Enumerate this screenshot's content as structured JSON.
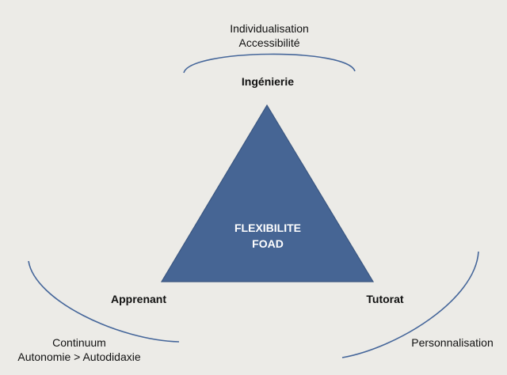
{
  "top": {
    "line1": "Individualisation",
    "line2": "Accessibilité",
    "vertex": "Ingénierie"
  },
  "center": {
    "line1": "FLEXIBILITE",
    "line2": "FOAD"
  },
  "left": {
    "vertex": "Apprenant",
    "line1": "Continuum",
    "line2": "Autonomie > Autodidaxie"
  },
  "right": {
    "vertex": "Tutorat",
    "line1": "Personnalisation"
  },
  "colors": {
    "background": "#ecebe7",
    "triangle_fill": "#466594",
    "triangle_stroke": "#3a5680",
    "arc_stroke": "#45669a",
    "text": "#111111",
    "center_text": "#ffffff"
  }
}
